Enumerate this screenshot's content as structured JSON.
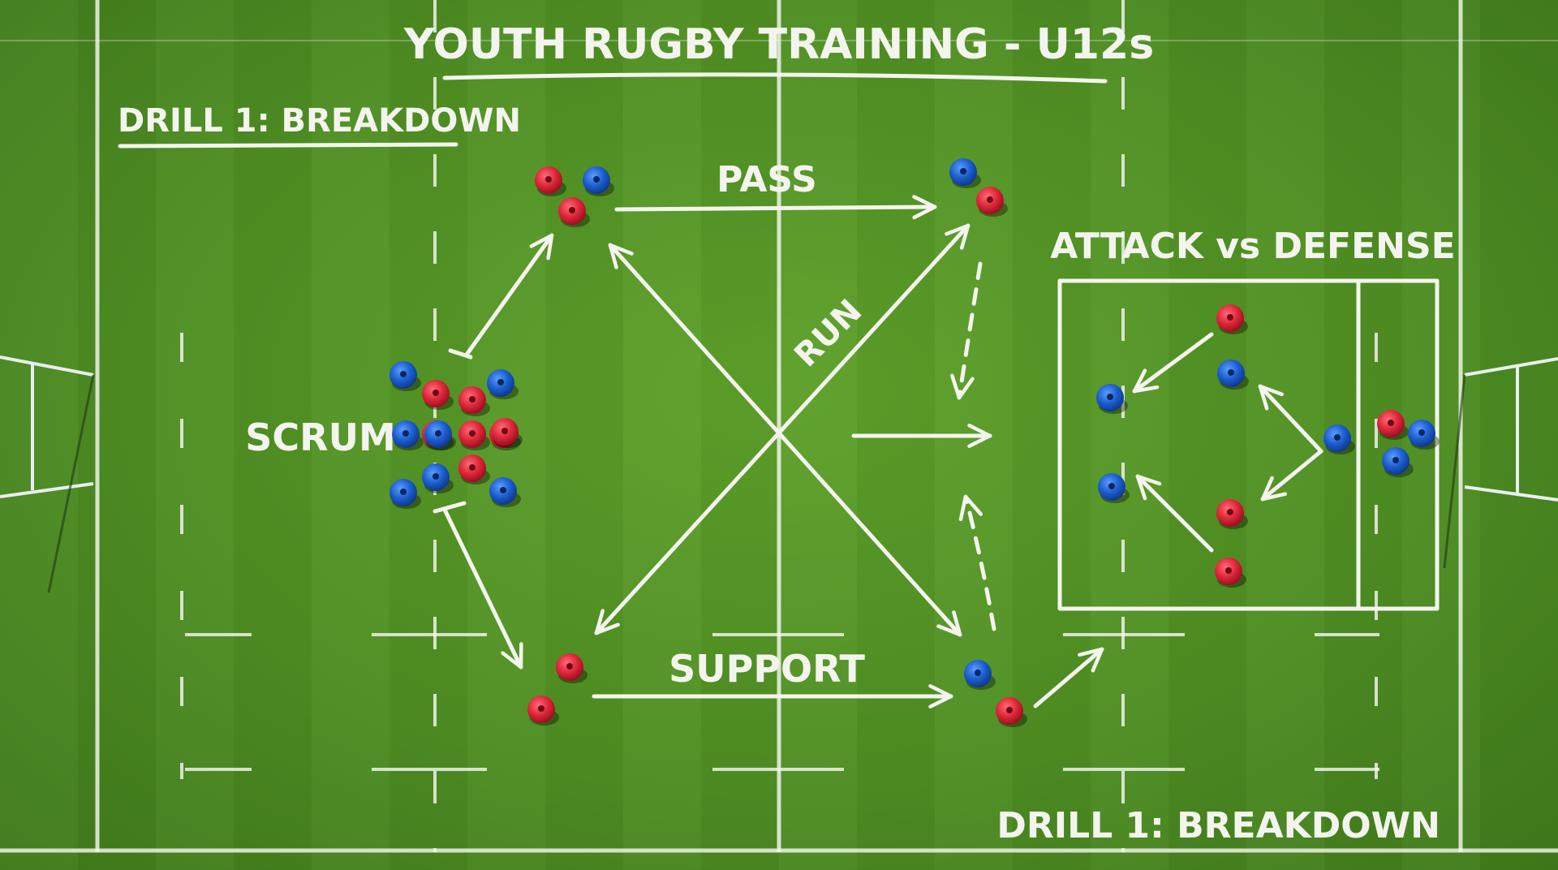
{
  "title": "YOUTH RUGBY TRAINING - U12s",
  "drill_label_top": "DRILL 1: BREAKDOWN",
  "drill_label_bottom": "DRILL 1: BREAKDOWN",
  "labels": {
    "pass": "PASS",
    "run": "RUN",
    "support": "SUPPORT",
    "scrum": "SCRUM",
    "attack_vs_defense": "ATTACK vs DEFENSE"
  },
  "colors": {
    "grass": "#4f8f23",
    "chalk": "#f4f4ee",
    "red_cone": "#e0283a",
    "blue_cone": "#1d5fd0"
  },
  "cone_groups": {
    "top_left": [
      "red",
      "blue",
      "red"
    ],
    "top_right": [
      "blue",
      "red"
    ],
    "bottom_left": [
      "red",
      "red"
    ],
    "bottom_right": [
      "blue",
      "red"
    ],
    "scrum": [
      "blue",
      "red",
      "red",
      "blue",
      "blue",
      "red",
      "red",
      "red",
      "blue",
      "blue",
      "red",
      "red",
      "blue",
      "blue"
    ],
    "attack_defense_grid": [
      "red",
      "blue",
      "red",
      "blue",
      "blue",
      "red",
      "blue"
    ],
    "end_cluster": [
      "red",
      "blue",
      "blue"
    ]
  }
}
